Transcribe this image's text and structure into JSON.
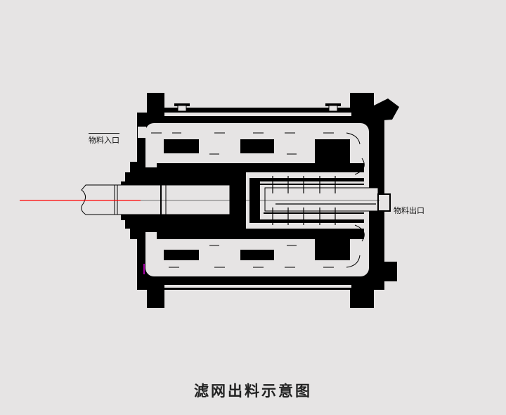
{
  "diagram": {
    "title": "滤网出料示意图",
    "labels": {
      "inlet": "物料入口",
      "outlet": "物料出口"
    },
    "colors": {
      "background": "#e6e4e4",
      "structure": "#000000",
      "axis_line": "#ff0000"
    }
  }
}
